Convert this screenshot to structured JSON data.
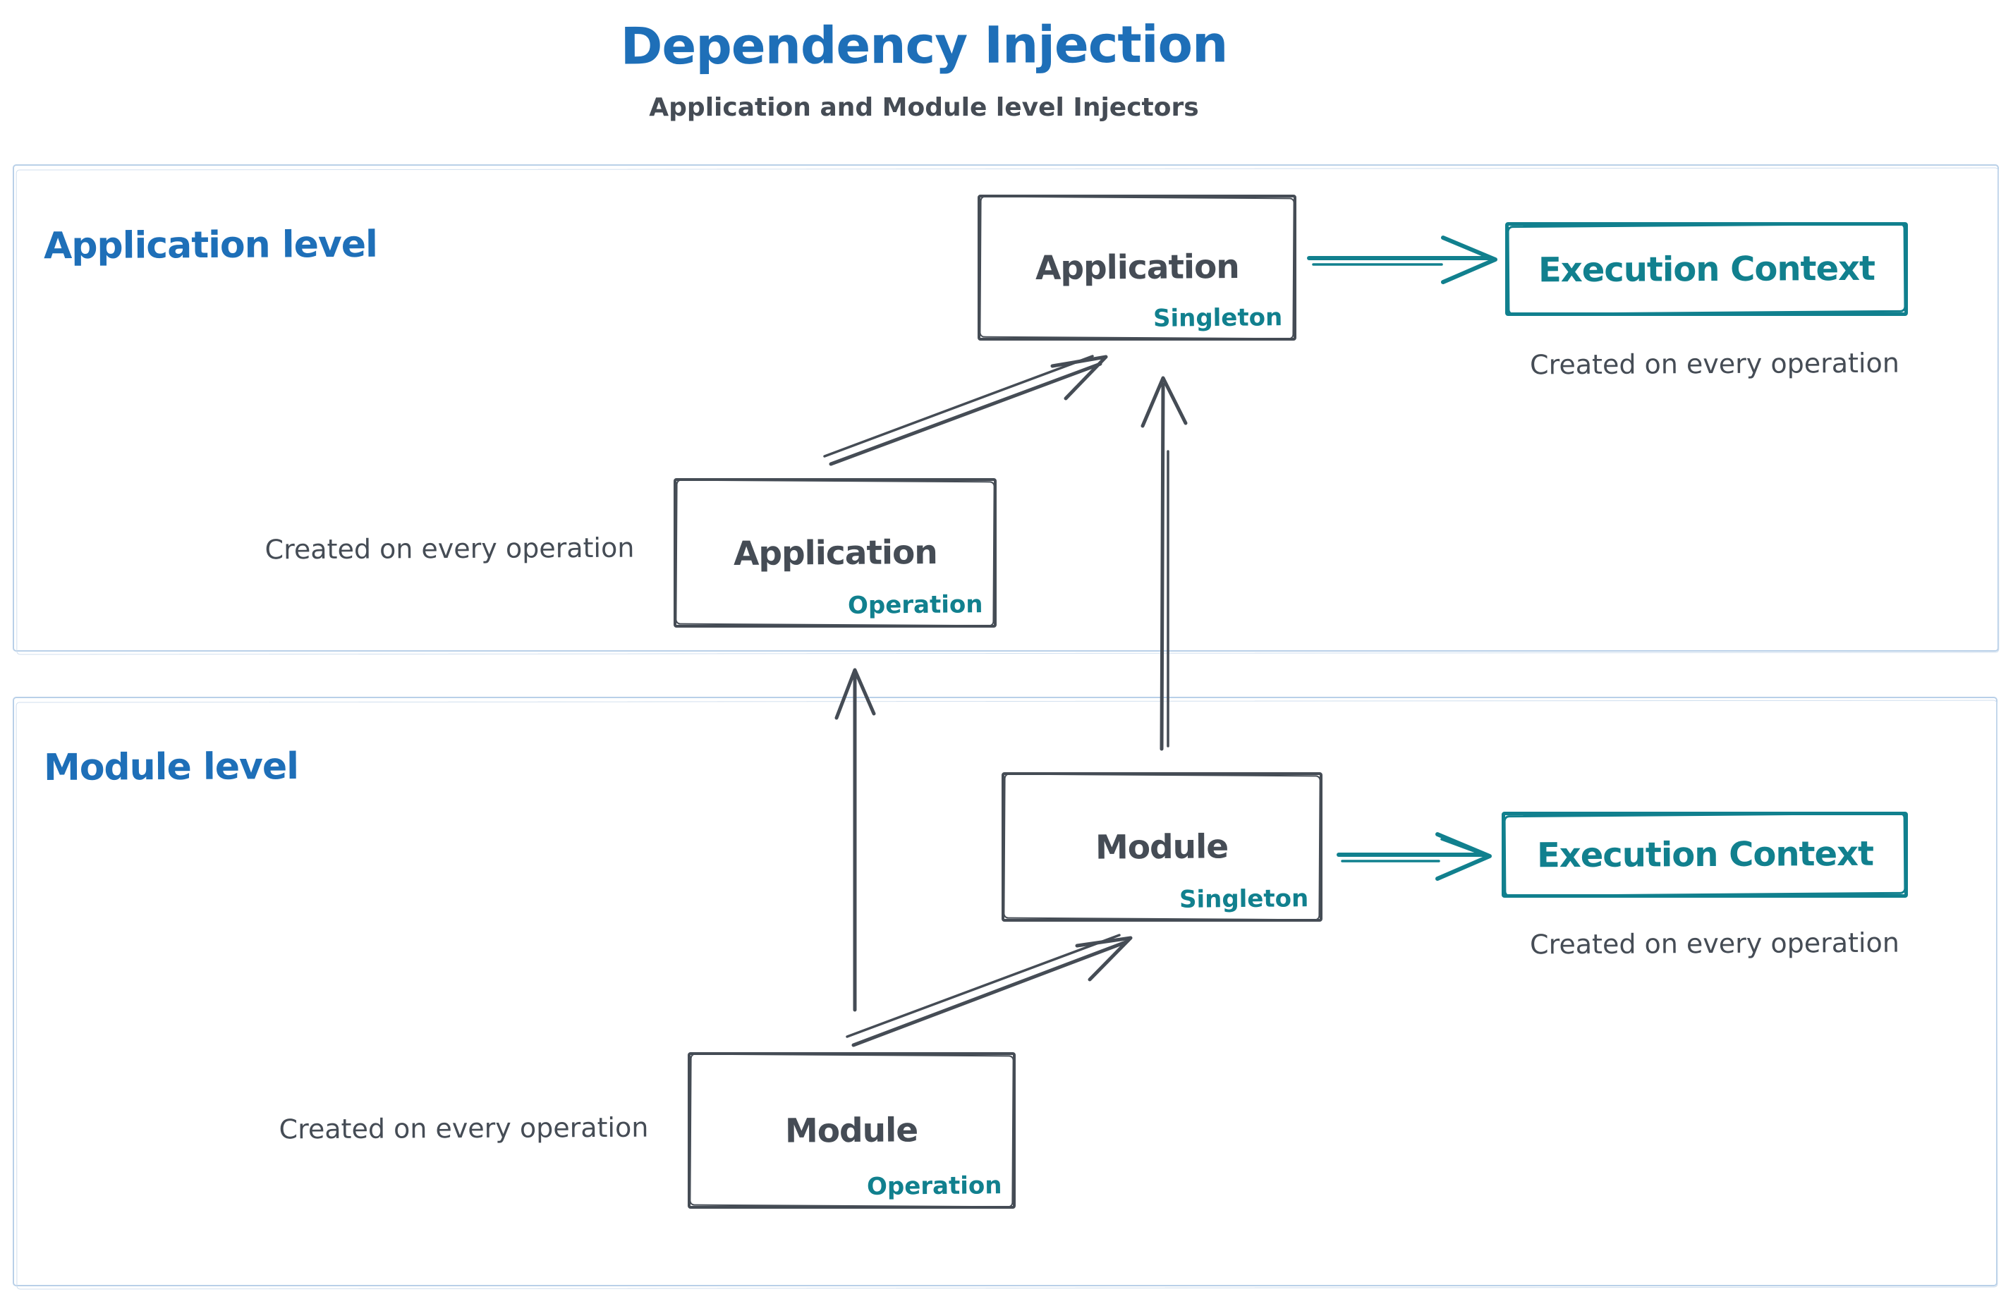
{
  "page": {
    "title": "Dependency Injection",
    "subtitle": "Application and Module level Injectors"
  },
  "colors": {
    "accent_blue": "#1e6fb8",
    "ink_dark": "#454c55",
    "accent_teal": "#11808e",
    "frame_light_blue": "#b9d0e8",
    "background": "#ffffff"
  },
  "sections": {
    "application": {
      "label": "Application level",
      "singleton_node": {
        "title": "Application",
        "badge": "Singleton"
      },
      "operation_node": {
        "title": "Application",
        "badge": "Operation"
      },
      "operation_caption": "Created on every operation",
      "execution_node": {
        "title": "Execution Context"
      },
      "execution_caption": "Created on every operation"
    },
    "module": {
      "label": "Module level",
      "singleton_node": {
        "title": "Module",
        "badge": "Singleton"
      },
      "operation_node": {
        "title": "Module",
        "badge": "Operation"
      },
      "operation_caption": "Created on every operation",
      "execution_node": {
        "title": "Execution Context"
      },
      "execution_caption": "Created on every operation"
    }
  },
  "edges": [
    {
      "from": "application-operation",
      "to": "application-singleton",
      "style": "dark"
    },
    {
      "from": "module-singleton",
      "to": "application-singleton",
      "style": "dark"
    },
    {
      "from": "module-operation",
      "to": "application-operation",
      "style": "dark"
    },
    {
      "from": "module-operation",
      "to": "module-singleton",
      "style": "dark"
    },
    {
      "from": "application-singleton",
      "to": "execution-context-application",
      "style": "teal"
    },
    {
      "from": "module-singleton",
      "to": "execution-context-module",
      "style": "teal"
    }
  ]
}
